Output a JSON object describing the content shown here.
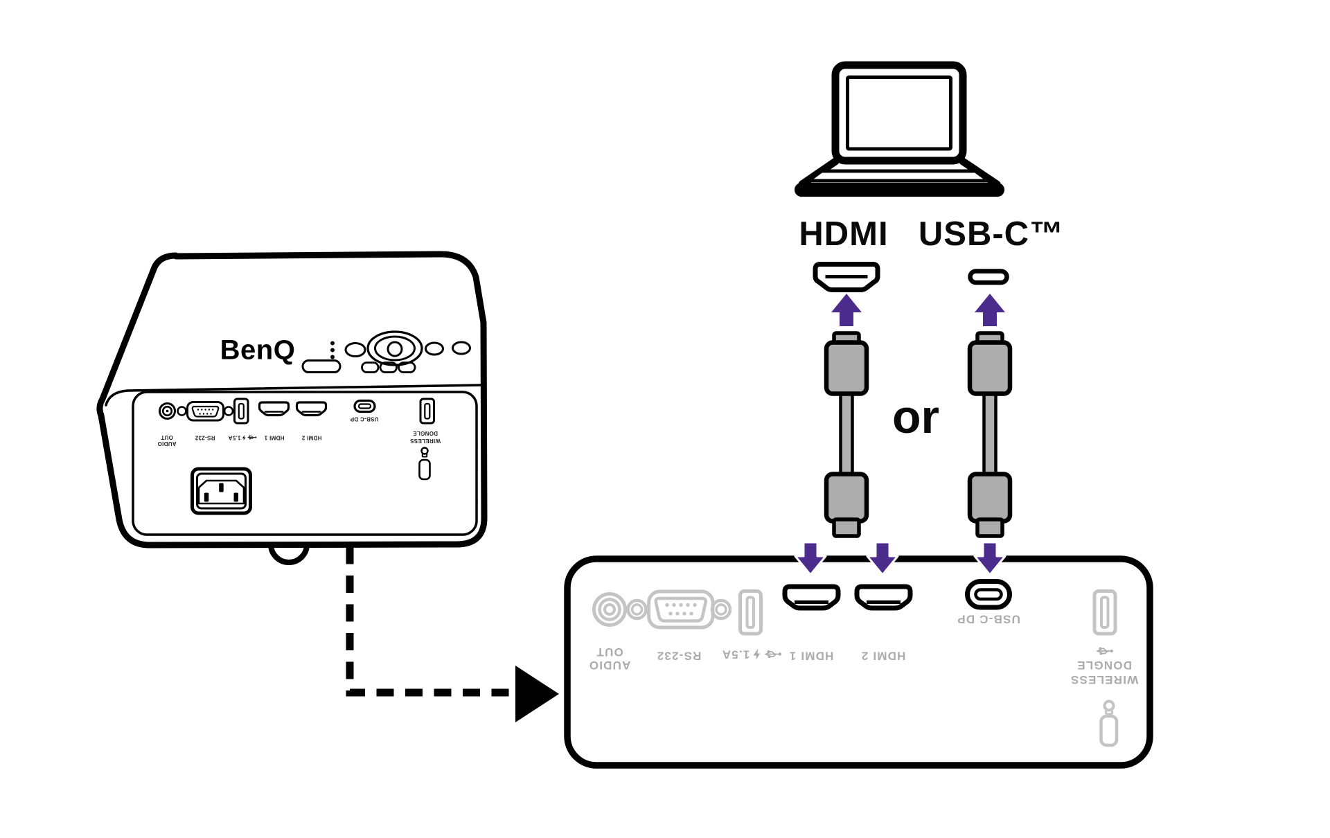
{
  "brand": "BenQ",
  "labels": {
    "hdmi": "HDMI",
    "usb_c": "USB-C™",
    "or": "or"
  },
  "ports": {
    "audio_out": {
      "line1": "AUDIO",
      "line2": "OUT"
    },
    "rs232": {
      "label": "RS-232"
    },
    "usb_a": {
      "label": "1.5A"
    },
    "hdmi1": {
      "label": "HDMI 1"
    },
    "hdmi2": {
      "label": "HDMI 2"
    },
    "usbc_dp": {
      "label": "USB-C DP"
    },
    "wireless": {
      "line1": "WIRELESS",
      "line2": "DONGLE"
    }
  },
  "colors": {
    "arrow_purple": "#4B2C8C",
    "cable_gray": "#ADADAD",
    "port_outline_gray": "#C4C4C4",
    "label_gray": "#ABABAB",
    "ink": "#000000"
  }
}
